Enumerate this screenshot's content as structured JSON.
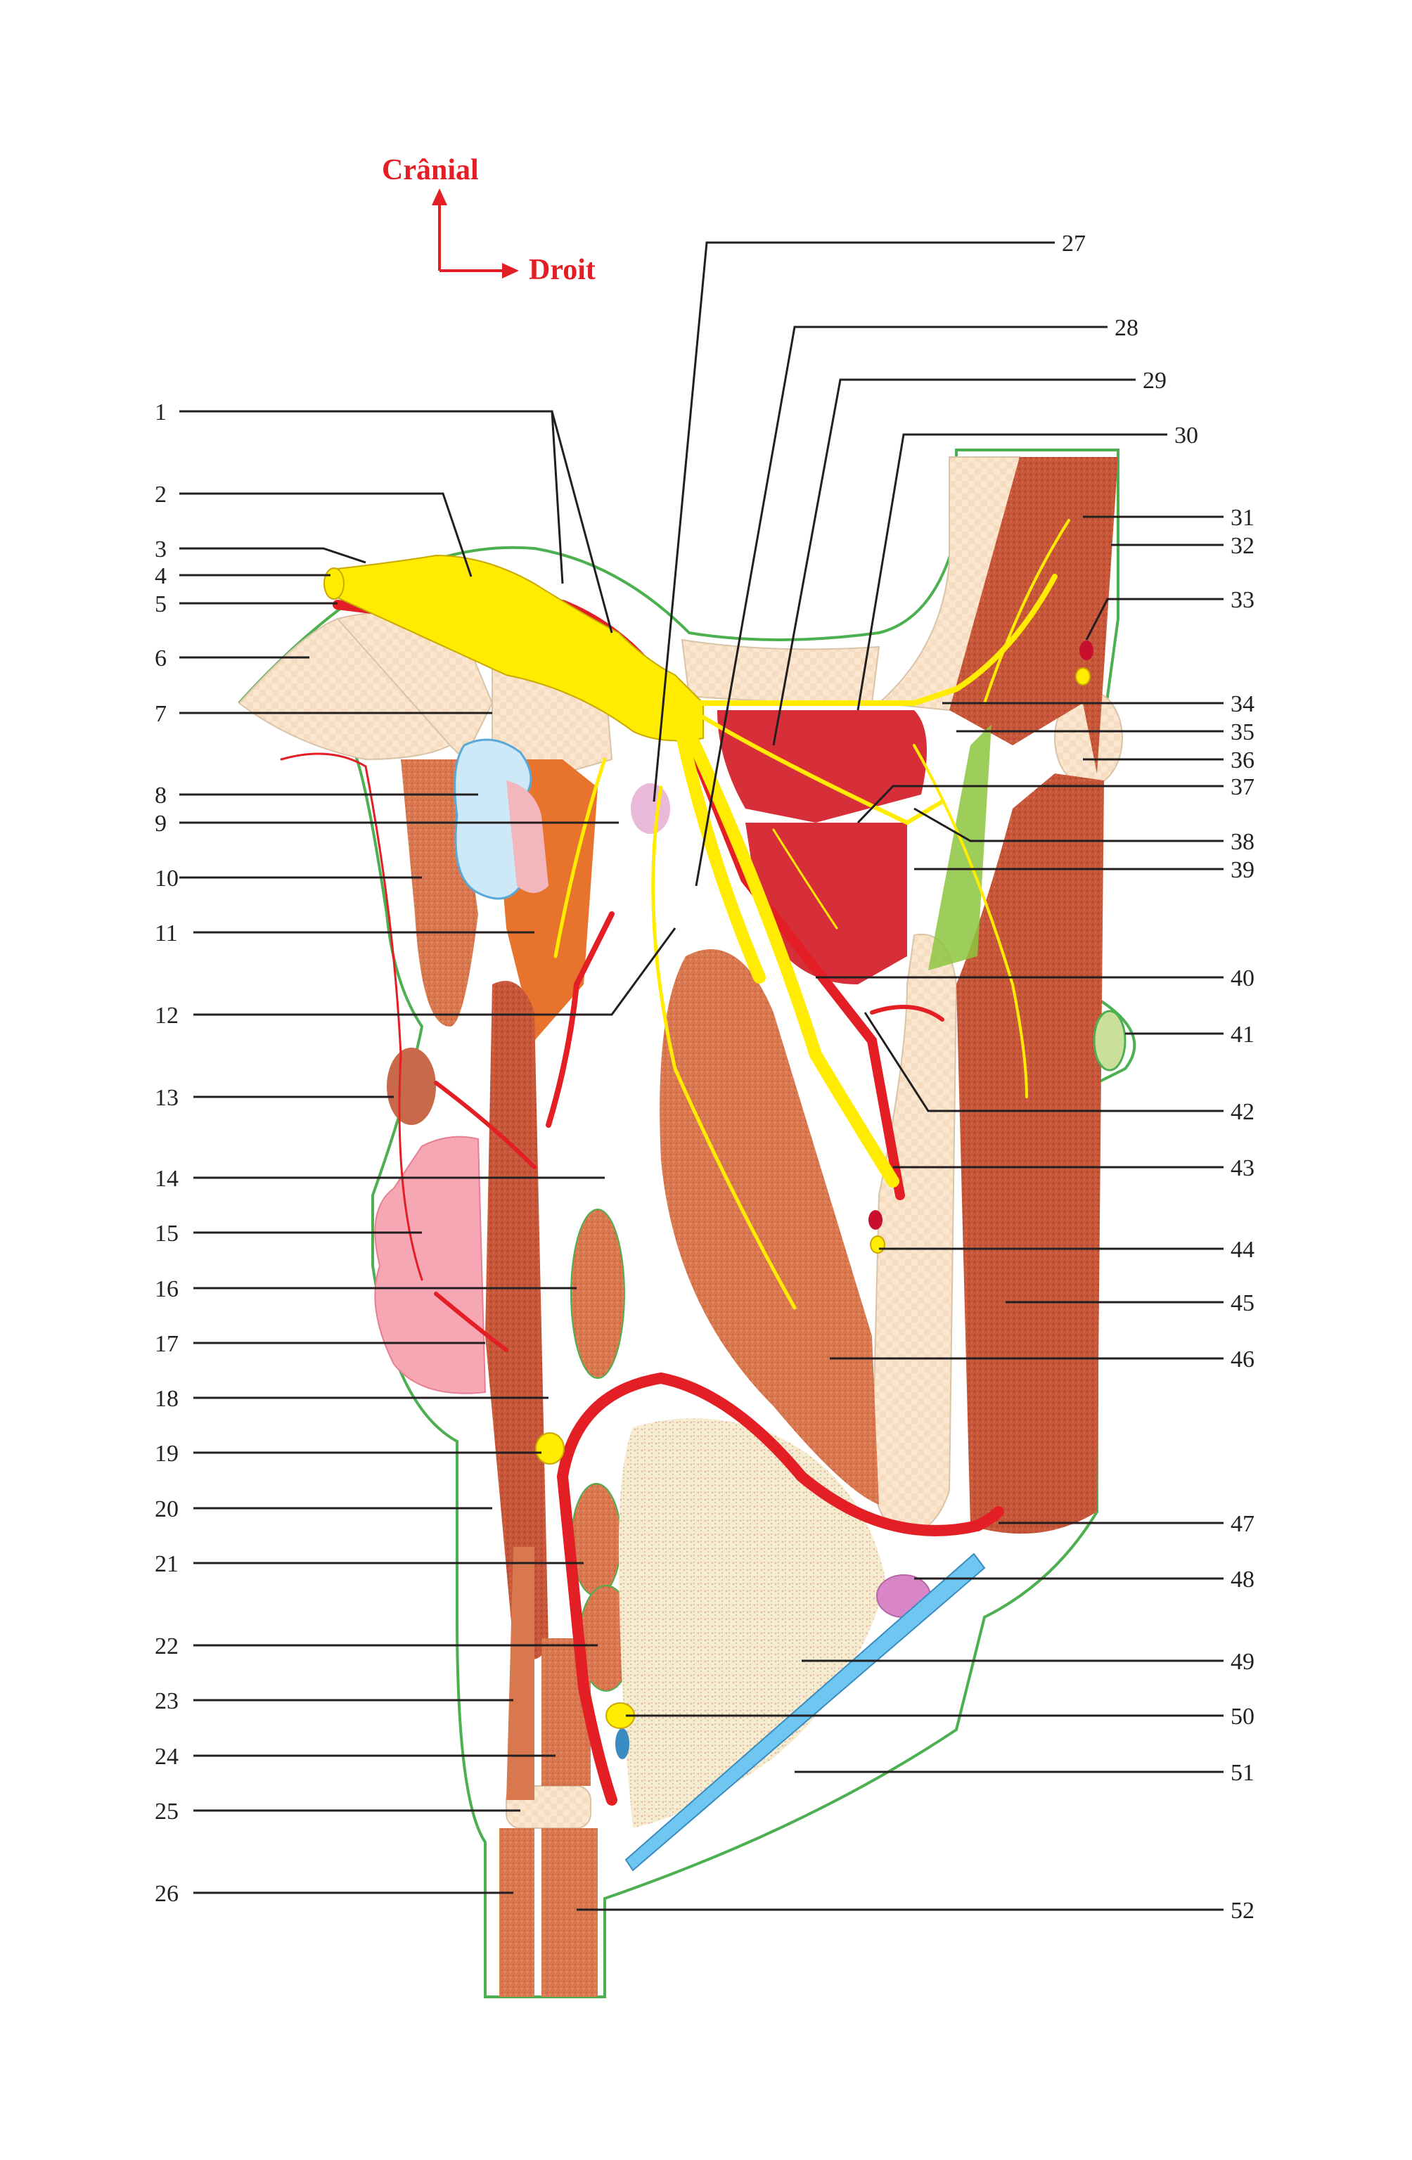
{
  "orientation": {
    "up_label": "Crânial",
    "right_label": "Droit",
    "color": "#e31e24"
  },
  "colors": {
    "nerve": "#ffec00",
    "nerve_outline": "#c9a800",
    "artery": "#e31e24",
    "vein": "#6ec6f1",
    "bone": "#fbe6cf",
    "muscle": "#d9784f",
    "muscle_dark": "#c0563a",
    "outline": "#4caf50",
    "gland": "#f7a6b3",
    "lymph": "#d986c9"
  },
  "left_labels": [
    "1",
    "2",
    "3",
    "4",
    "5",
    "6",
    "7",
    "8",
    "9",
    "10",
    "11",
    "12",
    "13",
    "14",
    "15",
    "16",
    "17",
    "18",
    "19",
    "20",
    "21",
    "22",
    "23",
    "24",
    "25",
    "26"
  ],
  "right_labels": [
    "27",
    "28",
    "29",
    "30",
    "31",
    "32",
    "33",
    "34",
    "35",
    "36",
    "37",
    "38",
    "39",
    "40",
    "41",
    "42",
    "43",
    "44",
    "45",
    "46",
    "47",
    "48",
    "49",
    "50",
    "51",
    "52"
  ]
}
